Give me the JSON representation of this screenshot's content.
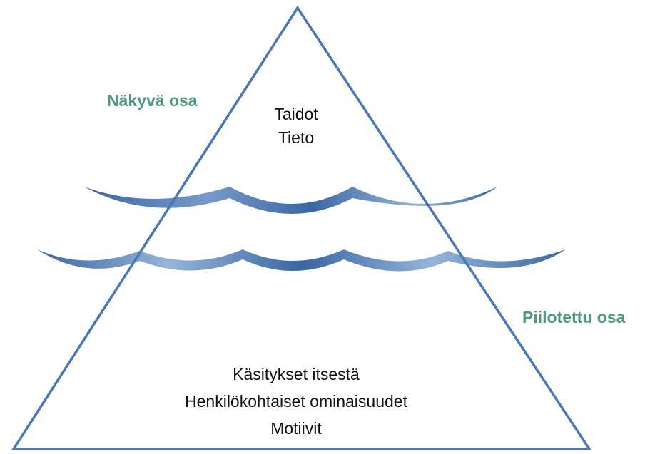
{
  "labels": {
    "visible_part": "Näkyvä osa",
    "hidden_part": "Piilotettu osa"
  },
  "visible_items": [
    "Taidot",
    "Tieto"
  ],
  "hidden_items": [
    "Käsitykset itsestä",
    "Henkilökohtaiset ominaisuudet",
    "Motiivit"
  ],
  "colors": {
    "triangle_stroke": "#4a78b5",
    "wave_dark": "#2f5f9e",
    "wave_light": "#8fb0d8",
    "label_green": "#4f9a80",
    "text": "#111111"
  }
}
